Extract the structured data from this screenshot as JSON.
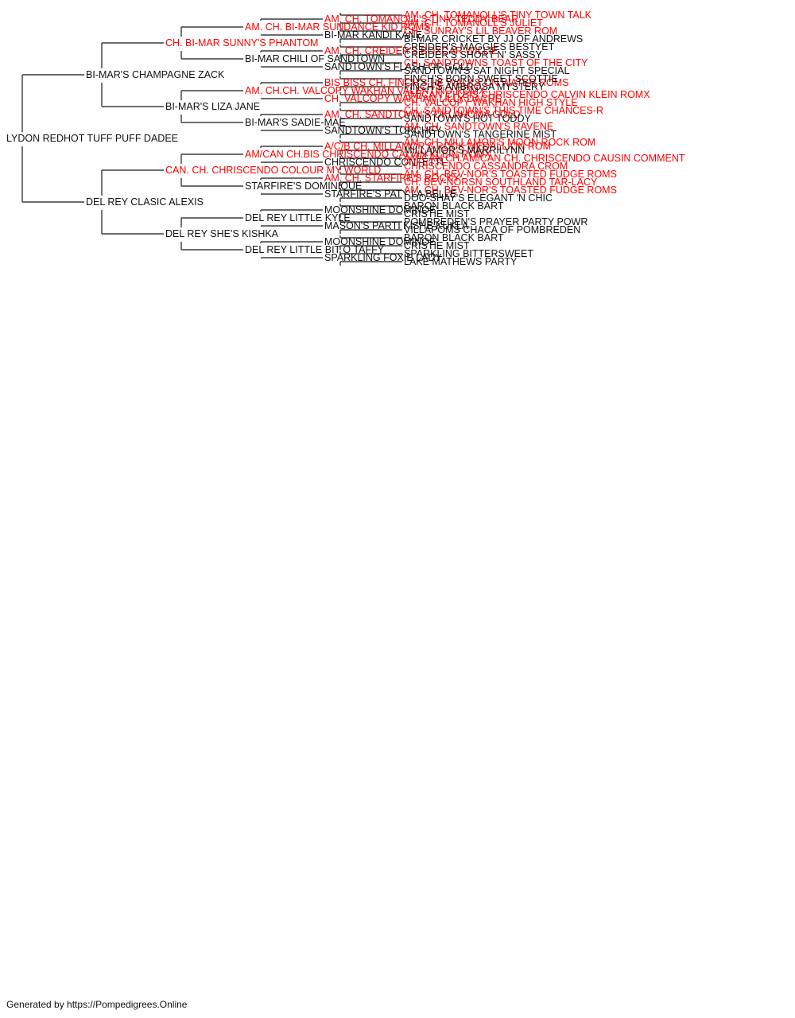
{
  "colors": {
    "champion": "#ff0000",
    "normal": "#111111",
    "line": "#3c3c3c"
  },
  "pedigree": {
    "name": "LYDON REDHOT TUFF PUFF DADEE",
    "champion": false,
    "sire": {
      "name": "BI-MAR'S CHAMPAGNE ZACK",
      "champion": false,
      "sire": {
        "name": "CH. BI-MAR SUNNY'S PHANTOM",
        "champion": true,
        "sire": {
          "name": "AM. CH. BI-MAR SUNDANCE KID ROMS",
          "champion": true,
          "sire": {
            "name": "AM. CH. TOMANOLL'S TINY TEDDY BEAR",
            "champion": true,
            "sire": {
              "name": "AM. CH. TOMANOLL'S TINY TOWN TALK",
              "champion": true
            },
            "dam": {
              "name": "AM. CH. TOMANOLL'S JULIET",
              "champion": true
            }
          },
          "dam": {
            "name": "BI-MAR KANDI KANE",
            "champion": false,
            "sire": {
              "name": "CH. SUNRAY'S LIL BEAVER ROM",
              "champion": true
            },
            "dam": {
              "name": "BI-MAR CRICKET BY JJ OF ANDREWS",
              "champion": false
            }
          }
        },
        "dam": {
          "name": "BI-MAR CHILI OF SANDTOWN",
          "champion": false,
          "sire": {
            "name": "AM. CH. CREIDER'S BOXCAR WILLIE",
            "champion": true,
            "sire": {
              "name": "CREIDER'S MAGGIES BESTYET",
              "champion": false
            },
            "dam": {
              "name": "CREIDER'S SHORT N' SASSY",
              "champion": false
            }
          },
          "dam": {
            "name": "SANDTOWN'S FLASH OF GOLD",
            "champion": false,
            "sire": {
              "name": "CH. SANDTOWNS TOAST OF THE CITY",
              "champion": true
            },
            "dam": {
              "name": "SANDTOWN'S SAT NIGHT SPECIAL",
              "champion": false
            }
          }
        }
      },
      "dam": {
        "name": "BI-MAR'S LIZA JANE",
        "champion": false,
        "sire": {
          "name": "AM. CH.CH. VALCOPY WAKHAN VALENTINO ROMX",
          "champion": true,
          "sire": {
            "name": "BIS BISS CH. FINCH'S HE WALKS ON WATER ROMS",
            "champion": true,
            "sire": {
              "name": "FINCH'S BORN SWEET SCOTTIE",
              "champion": false
            },
            "dam": {
              "name": "FINCH'S AMBROSA MYSTERY",
              "champion": false
            }
          },
          "dam": {
            "name": "CH. VALCOPY WAKHAN LILLY DACHE",
            "champion": true,
            "sire": {
              "name": "AM/CAN CH.BIS CHRISCENDO CALVIN KLEIN ROMX",
              "champion": true
            },
            "dam": {
              "name": "CH. VALCOPY WAKHAN HIGH STYLE",
              "champion": true
            }
          }
        },
        "dam": {
          "name": "BI-MAR'S SADIE-MAE",
          "champion": false,
          "sire": {
            "name": "AM. CH. SANDTOWN'S OKLAHOMA GOLD",
            "champion": true,
            "sire": {
              "name": "CH. SANDTOWN'S THIS TIME CHANCES-R",
              "champion": true
            },
            "dam": {
              "name": "SANDTOWN'S HOT TODDY",
              "champion": false
            }
          },
          "dam": {
            "name": "SANDTOWN'S TORCHEY",
            "champion": false,
            "sire": {
              "name": "AM. CH. SANDTOWN'S RAVENE",
              "champion": true
            },
            "dam": {
              "name": "SANDTOWN'S TANGERINE MIST",
              "champion": false
            }
          }
        }
      }
    },
    "dam": {
      "name": "DEL REY CLASIC ALEXIS",
      "champion": false,
      "sire": {
        "name": "CAN. CH. CHRISCENDO COLOUR MY WORLD",
        "champion": true,
        "sire": {
          "name": "AM/CAN CH.BIS CHRISCENDO CALVIN KLEIN ROMX",
          "champion": true,
          "sire": {
            "name": "A/C/B CH. MILLAMOR'S ROCK MEDALLION ROM",
            "champion": true,
            "sire": {
              "name": "AM. CH. MILLAMOR'S MOON ROCK ROM",
              "champion": true
            },
            "dam": {
              "name": "MILLAMOR'S MARRILYNN",
              "champion": false
            }
          },
          "dam": {
            "name": "CHRISCENDO CONFETTI",
            "champion": false,
            "sire": {
              "name": "AM/CAN CH.AM/CAN CH. CHRISCENDO CAUSIN COMMENT",
              "champion": true
            },
            "dam": {
              "name": "CHRISCENDO CASSANDRA CROM",
              "champion": true
            }
          }
        },
        "dam": {
          "name": "STARFIRE'S DOMINIQUE",
          "champion": false,
          "sire": {
            "name": "AM. CH. STARFIRE'S ROCKY",
            "champion": true,
            "sire": {
              "name": "AM. CH. BEV-NOR'S TOASTED FUDGE ROMS",
              "champion": true
            },
            "dam": {
              "name": "CH. BEV-NORSN SOUTHLAND TAR-LACY",
              "champion": true
            }
          },
          "dam": {
            "name": "STARFIRE'S PATY LA BELLE",
            "champion": false,
            "sire": {
              "name": "AM. CH. BEV-NOR'S TOASTED FUDGE ROMS",
              "champion": true
            },
            "dam": {
              "name": "DOO-SHAY'S ELEGANT 'N CHIC",
              "champion": false
            }
          }
        }
      },
      "dam": {
        "name": "DEL REY SHE'S KISHKA",
        "champion": false,
        "sire": {
          "name": "DEL REY LITTLE KYLE",
          "champion": false,
          "sire": {
            "name": "MOONSHINE DOMINOE",
            "champion": false,
            "sire": {
              "name": "BARON BLACK BART",
              "champion": false
            },
            "dam": {
              "name": "CRISTIE MIST",
              "champion": false
            }
          },
          "dam": {
            "name": "MASON'S PARTI KISHE KUKLA",
            "champion": false,
            "sire": {
              "name": "POMBREDEN'S PRAYER PARTY POWR",
              "champion": false
            },
            "dam": {
              "name": "VILLAPOMS CHACA OF POMBREDEN",
              "champion": false
            }
          }
        },
        "dam": {
          "name": "DEL REY LITTLE BIT O TAFFY",
          "champion": false,
          "sire": {
            "name": "MOONSHINE DOMINOE",
            "champion": false,
            "sire": {
              "name": "BARON BLACK BART",
              "champion": false
            },
            "dam": {
              "name": "CRISTIE MIST",
              "champion": false
            }
          },
          "dam": {
            "name": "SPARKLING FOXIE LADY",
            "champion": false,
            "sire": {
              "name": "SPARKLING BITTERSWEET",
              "champion": false
            },
            "dam": {
              "name": "LAKE MATHEWS PARTY",
              "champion": false
            }
          }
        }
      }
    }
  },
  "footer": "Generated by https://Pompedigrees.Online"
}
